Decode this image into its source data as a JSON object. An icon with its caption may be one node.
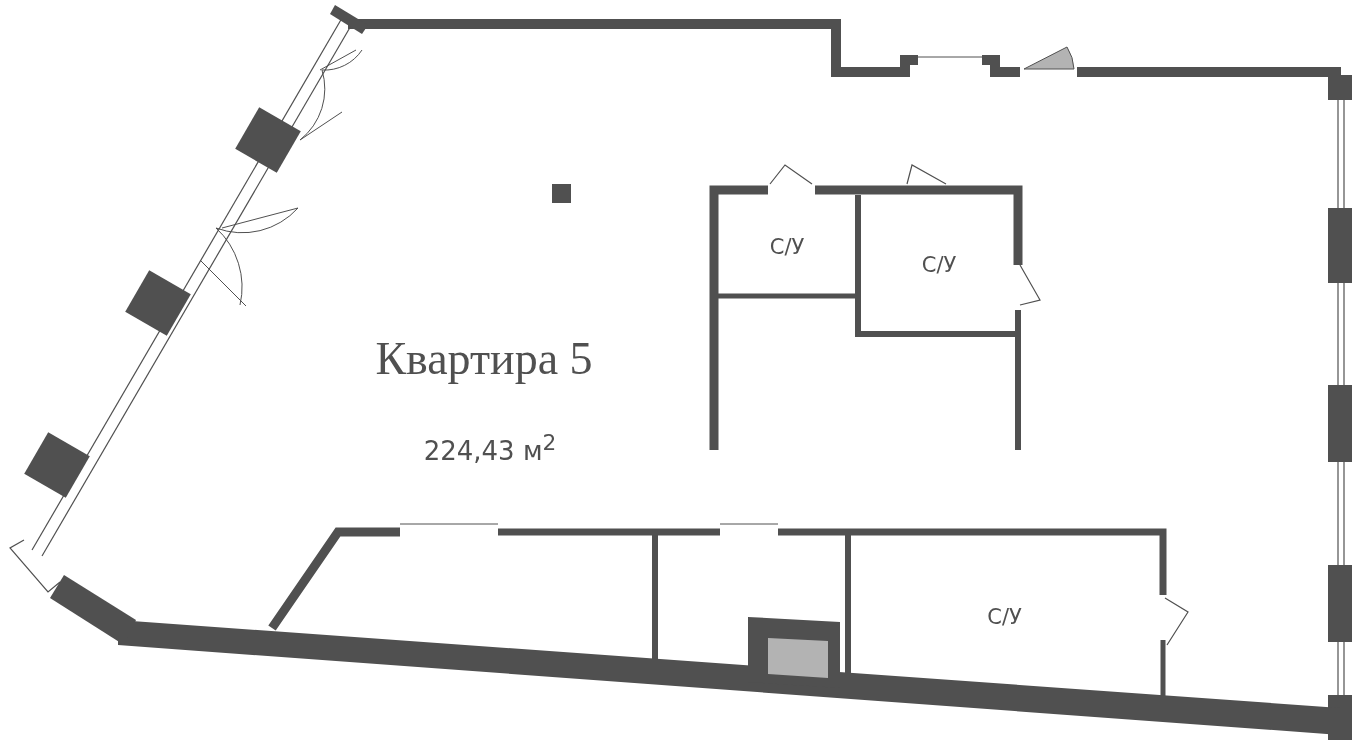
{
  "diagram": {
    "nodes": [
      {
        "text": [
          "С/У"
        ]
      },
      {
        "text": [
          "С/У"
        ]
      },
      {
        "text": [
          "С/У"
        ]
      }
    ],
    "labels": [
      "Квартира 5",
      "224,43 м$^{2}$"
    ]
  }
}
